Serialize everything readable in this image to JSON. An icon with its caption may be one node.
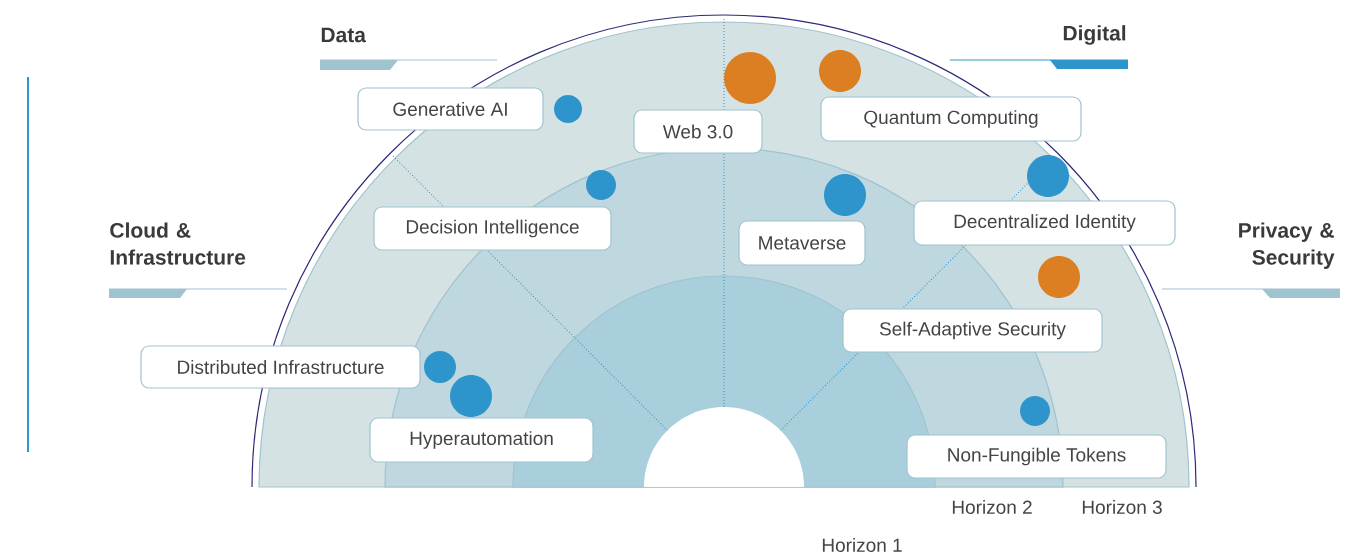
{
  "diagram": {
    "nodes": [
      {
        "text": [
          "Generative AI"
        ]
      },
      {
        "text": [
          "Web 3.0"
        ]
      },
      {
        "text": [
          "Quantum Computing"
        ]
      },
      {
        "text": [
          "Decision Intelligence"
        ]
      },
      {
        "text": [
          "Metaverse"
        ]
      },
      {
        "text": [
          "Decentralized Identity"
        ]
      },
      {
        "text": [
          "Self-Adaptive Security"
        ]
      },
      {
        "text": [
          "Distributed Infrastructure"
        ]
      },
      {
        "text": [
          "Hyperautomation"
        ]
      },
      {
        "text": [
          "Non-Fungible Tokens"
        ]
      },
      {
        "text": [],
        "shape": "circle"
      }
    ],
    "labels": [
      "Data",
      "Digital",
      "Cloud & Infrastructure",
      "Privacy & Security",
      "Horizon 2",
      "Horizon 3",
      "Horizon 1"
    ]
  }
}
